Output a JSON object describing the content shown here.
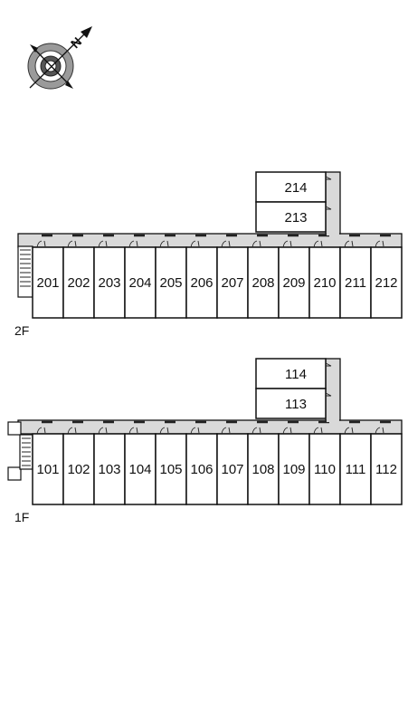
{
  "compass": {
    "north_letter": "N"
  },
  "floors": [
    {
      "id": "2F",
      "label": "2F",
      "row_units": [
        "201",
        "202",
        "203",
        "204",
        "205",
        "206",
        "207",
        "208",
        "209",
        "210",
        "211",
        "212"
      ],
      "annex_units": [
        "214",
        "213"
      ]
    },
    {
      "id": "1F",
      "label": "1F",
      "row_units": [
        "101",
        "102",
        "103",
        "104",
        "105",
        "106",
        "107",
        "108",
        "109",
        "110",
        "111",
        "112"
      ],
      "annex_units": [
        "114",
        "113"
      ]
    }
  ],
  "colors": {
    "walkway": "#d9d9d9",
    "wall": "#111111",
    "compass_ring": "#9a9a9a",
    "compass_inner": "#555555"
  }
}
